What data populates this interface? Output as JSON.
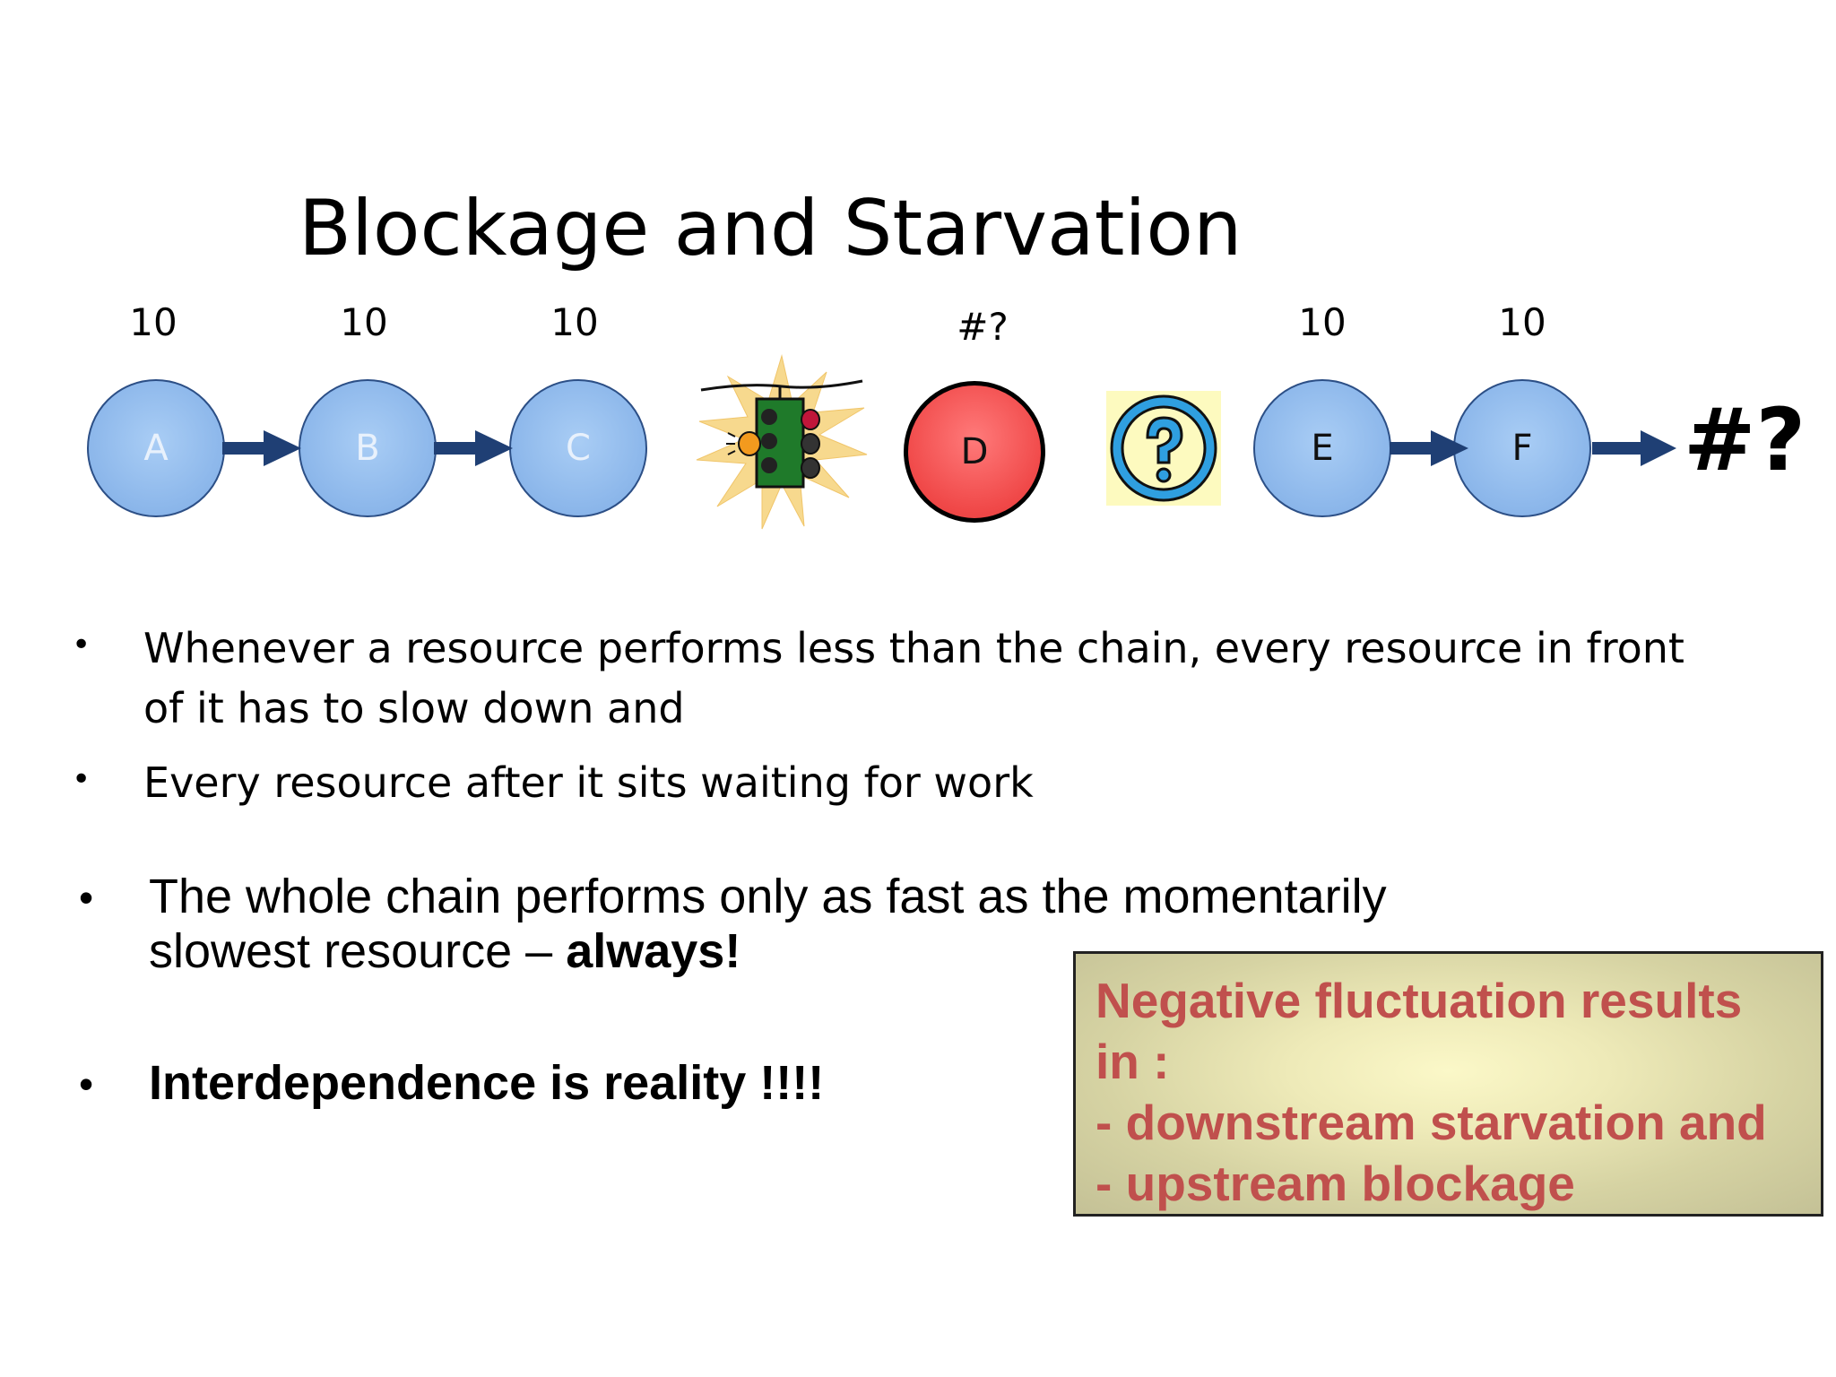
{
  "slide": {
    "title": "Blockage and Starvation"
  },
  "chain": {
    "rates": {
      "A": "10",
      "B": "10",
      "C": "10",
      "D": "#?",
      "E": "10",
      "F": "10"
    },
    "nodes": {
      "A": "A",
      "B": "B",
      "C": "C",
      "D": "D",
      "E": "E",
      "F": "F"
    },
    "output_label": "#?",
    "colors": {
      "node_fill": "#8bb6ea",
      "node_border": "#2c4f86",
      "arrow": "#1f3f74",
      "constraint_fill": "#f04848"
    },
    "icons": {
      "traffic_light": "traffic-light-icon",
      "question": "question-mark-icon"
    }
  },
  "bullets_small": [
    {
      "line1": "Whenever a resource performs less than the chain, every resource in front",
      "line2": "of it has to slow down and"
    },
    {
      "line1": "Every resource after it sits waiting for work"
    }
  ],
  "bullets_big": [
    {
      "line1": "The whole chain performs only as fast as the momentarily",
      "line2_prefix": "slowest resource – ",
      "line2_bold": "always!"
    },
    {
      "text": "Interdependence is reality !!!!"
    }
  ],
  "callout": {
    "line1": "Negative fluctuation results",
    "line2": "in :",
    "line3": "- downstream starvation and",
    "line4": "- upstream blockage",
    "text_color": "#c0504d"
  }
}
